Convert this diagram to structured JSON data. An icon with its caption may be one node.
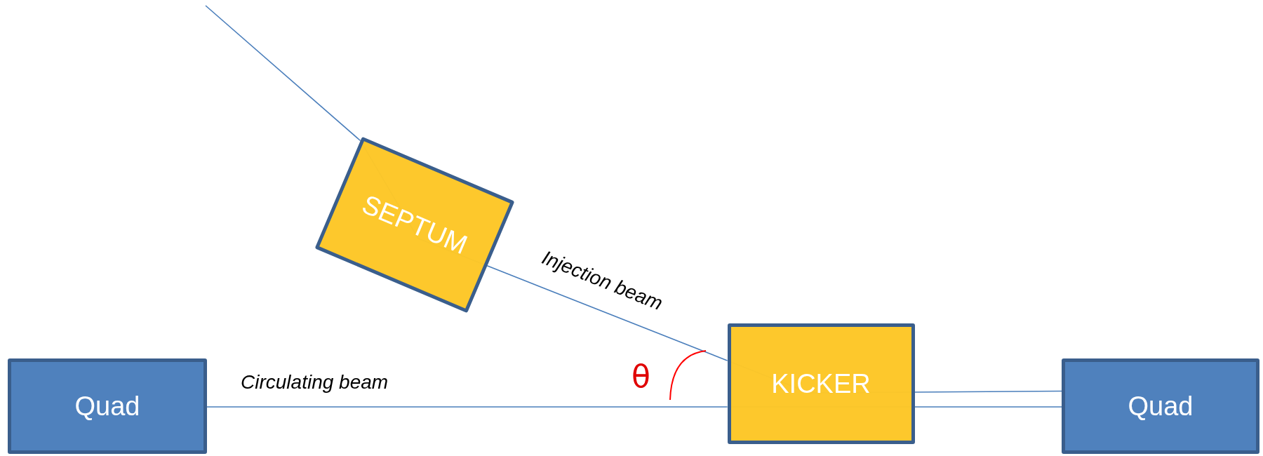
{
  "diagram": {
    "nodes": [
      {
        "text": [
          "Quad"
        ]
      },
      {
        "text": [
          "SEPTUM"
        ]
      },
      {
        "text": [
          "KICKER"
        ]
      },
      {
        "text": [
          "Quad"
        ]
      }
    ],
    "edges": [
      {
        "from": null,
        "to": 1,
        "arrow": "none"
      },
      {
        "from": 1,
        "to": 2,
        "arrow": "none",
        "label": "Injection beam"
      },
      {
        "from": 2,
        "to": 3,
        "arrow": "none"
      },
      {
        "from": 0,
        "to": 2,
        "arrow": "none",
        "label": "Circulating beam"
      },
      {
        "from": 2,
        "to": 3,
        "arrow": "none"
      }
    ],
    "labels": [
      "θ"
    ]
  }
}
